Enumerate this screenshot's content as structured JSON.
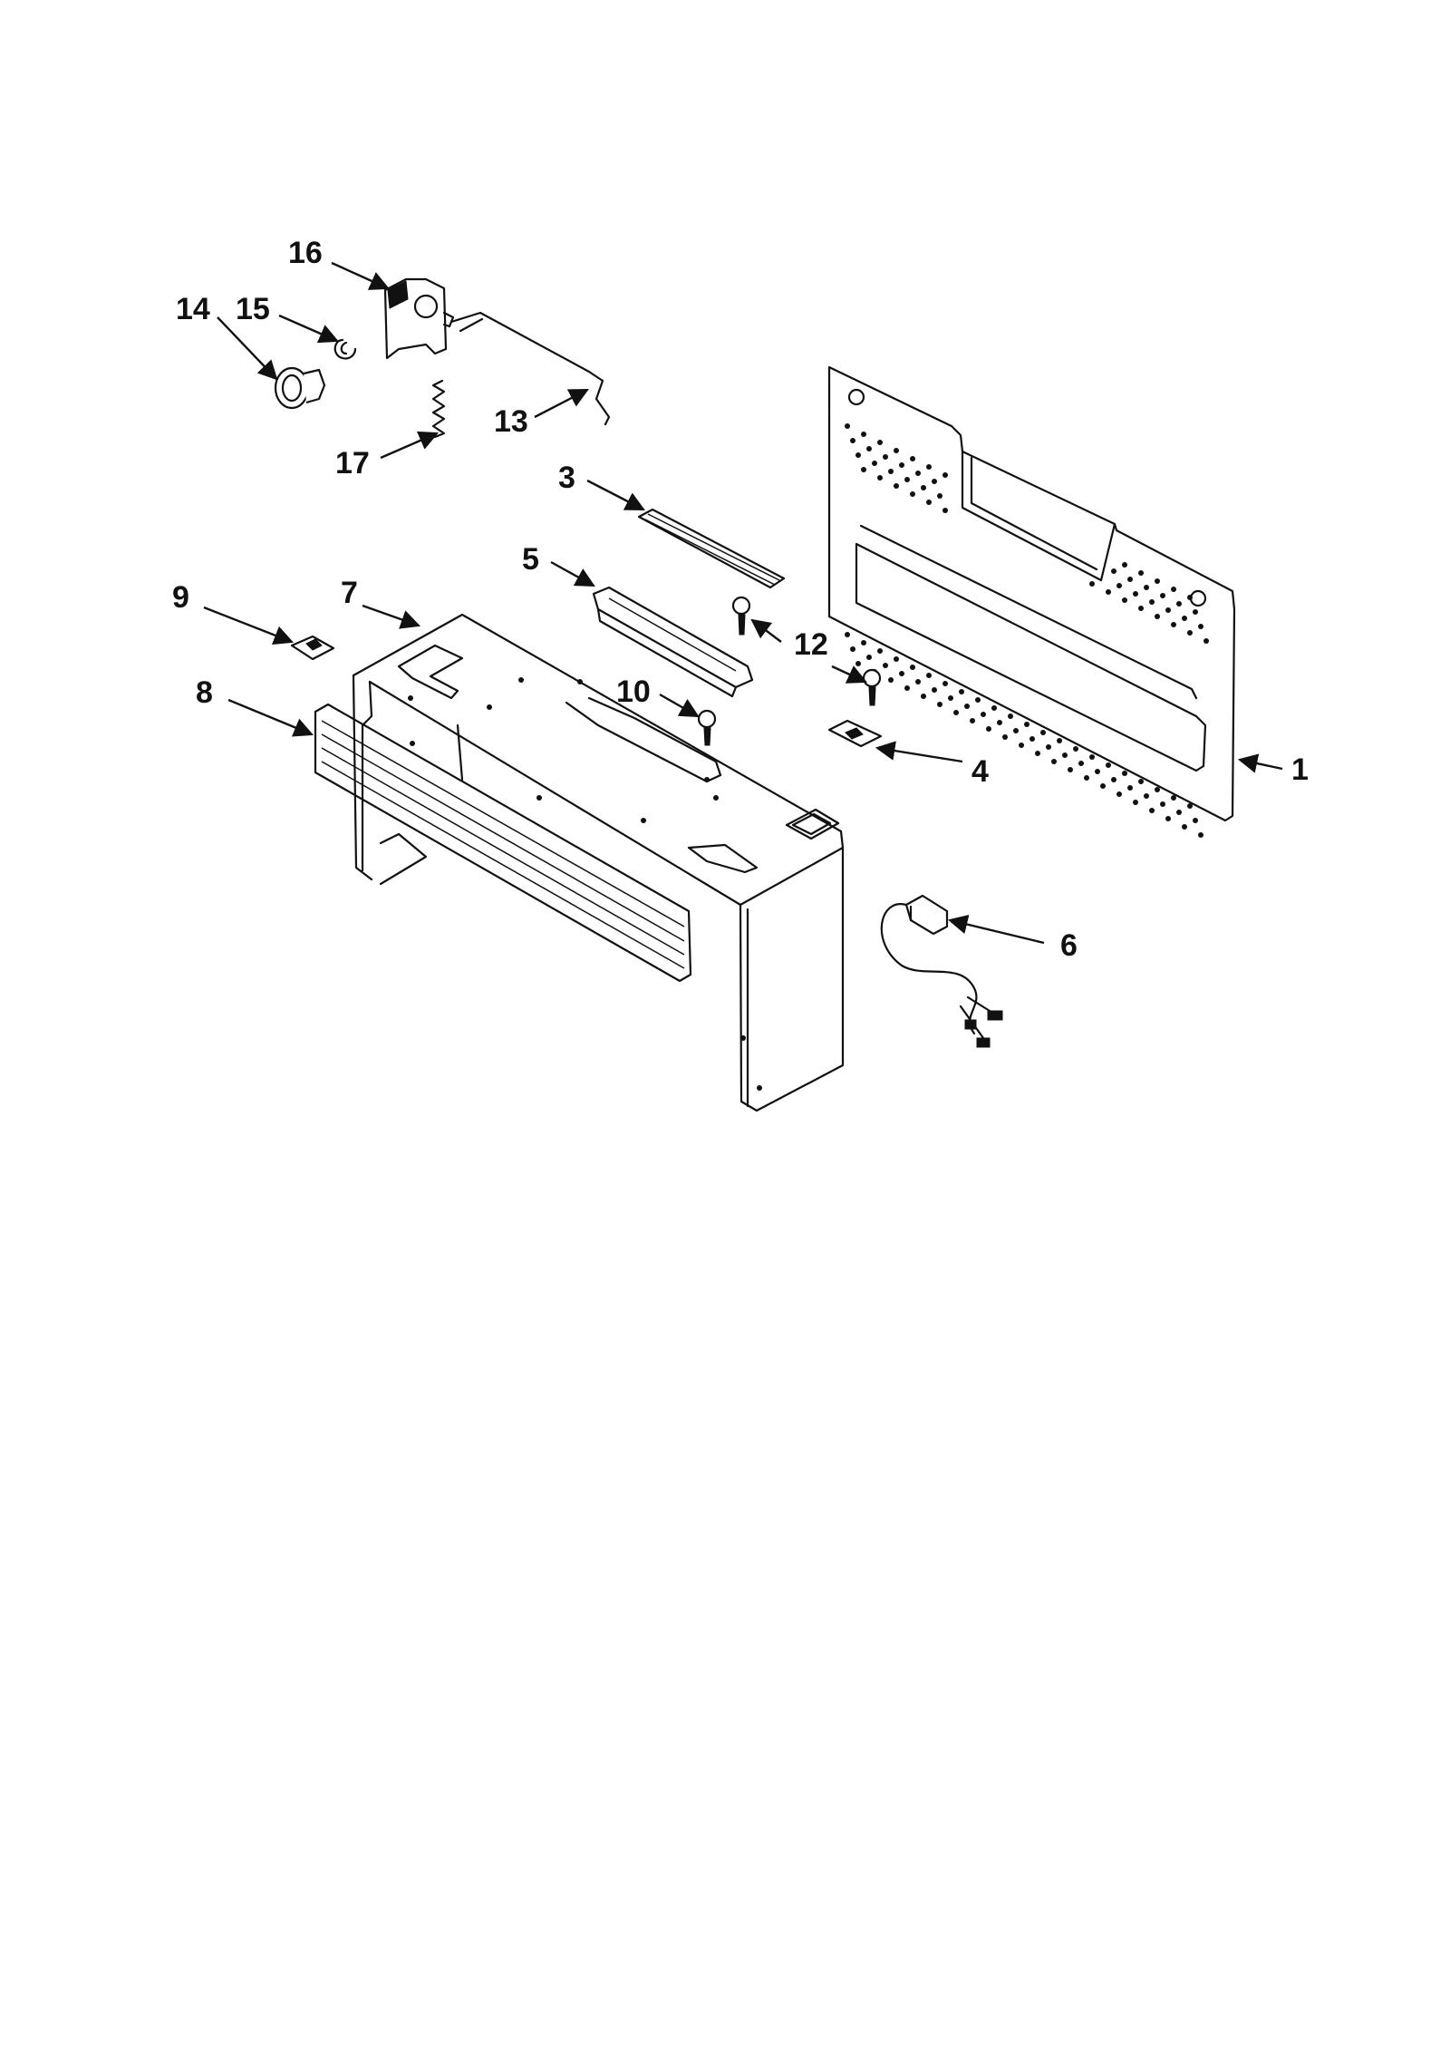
{
  "callouts": [
    {
      "id": "1",
      "text": "1"
    },
    {
      "id": "3",
      "text": "3"
    },
    {
      "id": "4",
      "text": "4"
    },
    {
      "id": "5",
      "text": "5"
    },
    {
      "id": "6",
      "text": "6"
    },
    {
      "id": "7",
      "text": "7"
    },
    {
      "id": "8",
      "text": "8"
    },
    {
      "id": "9",
      "text": "9"
    },
    {
      "id": "10",
      "text": "10"
    },
    {
      "id": "12",
      "text": "12"
    },
    {
      "id": "13",
      "text": "13"
    },
    {
      "id": "14",
      "text": "14"
    },
    {
      "id": "15",
      "text": "15"
    },
    {
      "id": "16",
      "text": "16"
    },
    {
      "id": "17",
      "text": "17"
    }
  ]
}
